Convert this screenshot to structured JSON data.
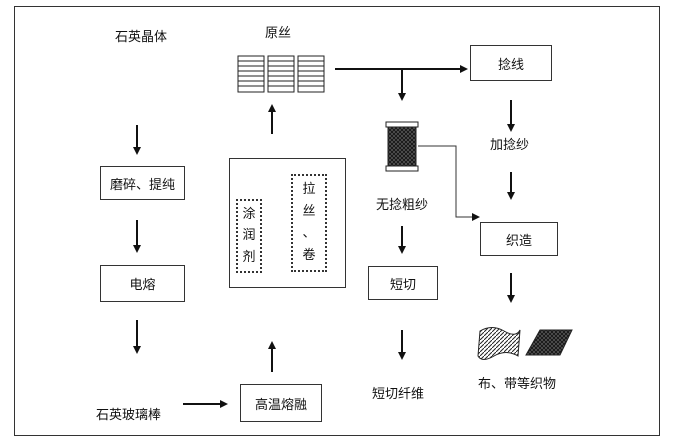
{
  "nodes": {
    "quartz_crystal": "石英晶体",
    "grind_purify": "磨碎、提纯",
    "melt": "电熔",
    "quartz_rod": "石英玻璃棒",
    "high_temp_melt": "高温熔融",
    "coating": [
      "涂",
      "润",
      "剂"
    ],
    "drawing": [
      "拉",
      "丝",
      "、",
      "卷"
    ],
    "raw_fiber": "原丝",
    "twisting": "捻线",
    "twisted_yarn": "加捻纱",
    "untwisted_roving": "无捻粗纱",
    "weaving": "织造",
    "chopping": "短切",
    "chopped_fiber": "短切纤维",
    "fabrics": "布、带等织物"
  },
  "colors": {
    "line": "#111111",
    "border": "#333333"
  }
}
